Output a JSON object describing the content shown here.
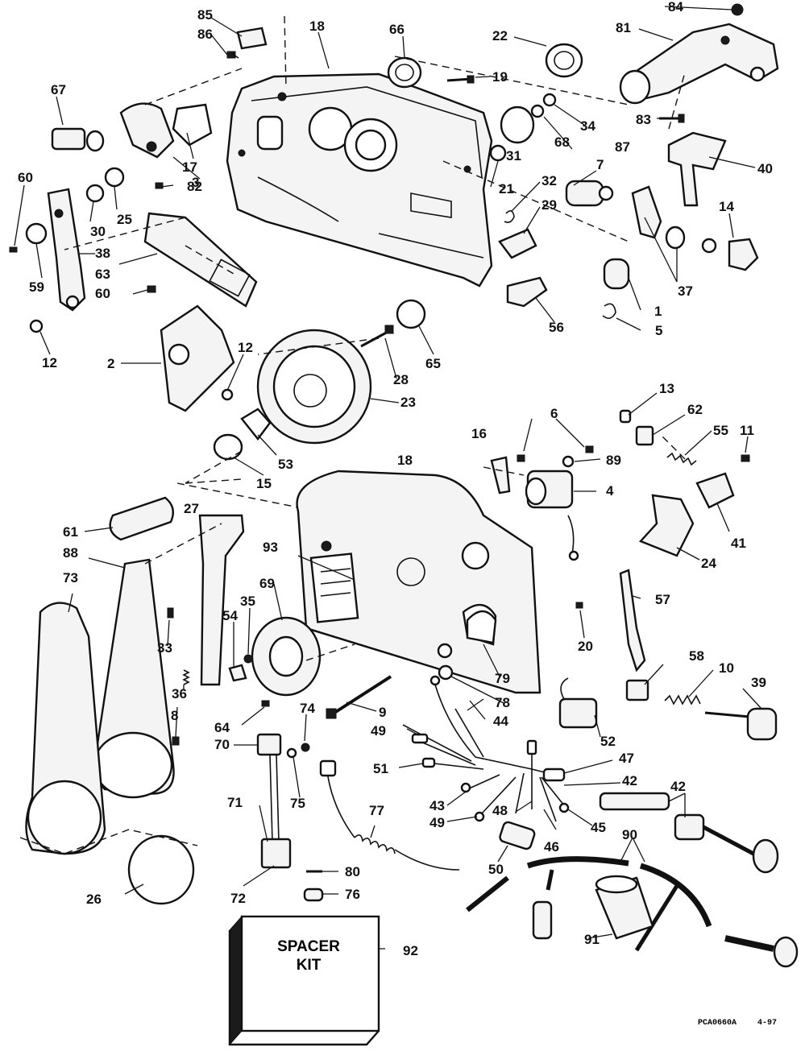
{
  "diagram": {
    "spacer_kit_label_line1": "SPACER",
    "spacer_kit_label_line2": "KIT",
    "drawing_code": "PCA0660A",
    "drawing_date": "4-97"
  },
  "callouts": [
    {
      "id": "85",
      "label": "85"
    },
    {
      "id": "86",
      "label": "86"
    },
    {
      "id": "18a",
      "label": "18"
    },
    {
      "id": "66",
      "label": "66"
    },
    {
      "id": "22",
      "label": "22"
    },
    {
      "id": "84",
      "label": "84"
    },
    {
      "id": "81",
      "label": "81"
    },
    {
      "id": "67",
      "label": "67"
    },
    {
      "id": "19",
      "label": "19"
    },
    {
      "id": "34",
      "label": "34"
    },
    {
      "id": "83",
      "label": "83"
    },
    {
      "id": "68",
      "label": "68"
    },
    {
      "id": "17",
      "label": "17"
    },
    {
      "id": "3",
      "label": "3"
    },
    {
      "id": "31",
      "label": "31"
    },
    {
      "id": "87",
      "label": "87"
    },
    {
      "id": "40",
      "label": "40"
    },
    {
      "id": "60a",
      "label": "60"
    },
    {
      "id": "82",
      "label": "82"
    },
    {
      "id": "21",
      "label": "21"
    },
    {
      "id": "7",
      "label": "7"
    },
    {
      "id": "30",
      "label": "30"
    },
    {
      "id": "25",
      "label": "25"
    },
    {
      "id": "32",
      "label": "32"
    },
    {
      "id": "29",
      "label": "29"
    },
    {
      "id": "14",
      "label": "14"
    },
    {
      "id": "38",
      "label": "38"
    },
    {
      "id": "63",
      "label": "63"
    },
    {
      "id": "59",
      "label": "59"
    },
    {
      "id": "60b",
      "label": "60"
    },
    {
      "id": "37",
      "label": "37"
    },
    {
      "id": "1",
      "label": "1"
    },
    {
      "id": "56",
      "label": "56"
    },
    {
      "id": "5",
      "label": "5"
    },
    {
      "id": "12a",
      "label": "12"
    },
    {
      "id": "12b",
      "label": "12"
    },
    {
      "id": "2",
      "label": "2"
    },
    {
      "id": "28",
      "label": "28"
    },
    {
      "id": "65",
      "label": "65"
    },
    {
      "id": "23",
      "label": "23"
    },
    {
      "id": "13",
      "label": "13"
    },
    {
      "id": "62",
      "label": "62"
    },
    {
      "id": "6",
      "label": "6"
    },
    {
      "id": "16",
      "label": "16"
    },
    {
      "id": "55",
      "label": "55"
    },
    {
      "id": "11",
      "label": "11"
    },
    {
      "id": "53",
      "label": "53"
    },
    {
      "id": "15",
      "label": "15"
    },
    {
      "id": "18b",
      "label": "18"
    },
    {
      "id": "89",
      "label": "89"
    },
    {
      "id": "4",
      "label": "4"
    },
    {
      "id": "41",
      "label": "41"
    },
    {
      "id": "27",
      "label": "27"
    },
    {
      "id": "61",
      "label": "61"
    },
    {
      "id": "24",
      "label": "24"
    },
    {
      "id": "88",
      "label": "88"
    },
    {
      "id": "93",
      "label": "93"
    },
    {
      "id": "73",
      "label": "73"
    },
    {
      "id": "69",
      "label": "69"
    },
    {
      "id": "57",
      "label": "57"
    },
    {
      "id": "35",
      "label": "35"
    },
    {
      "id": "54",
      "label": "54"
    },
    {
      "id": "20",
      "label": "20"
    },
    {
      "id": "33",
      "label": "33"
    },
    {
      "id": "79",
      "label": "79"
    },
    {
      "id": "36",
      "label": "36"
    },
    {
      "id": "58",
      "label": "58"
    },
    {
      "id": "10",
      "label": "10"
    },
    {
      "id": "39",
      "label": "39"
    },
    {
      "id": "78",
      "label": "78"
    },
    {
      "id": "8",
      "label": "8"
    },
    {
      "id": "9",
      "label": "9"
    },
    {
      "id": "44",
      "label": "44"
    },
    {
      "id": "74",
      "label": "74"
    },
    {
      "id": "64",
      "label": "64"
    },
    {
      "id": "49a",
      "label": "49"
    },
    {
      "id": "70",
      "label": "70"
    },
    {
      "id": "52",
      "label": "52"
    },
    {
      "id": "47",
      "label": "47"
    },
    {
      "id": "51",
      "label": "51"
    },
    {
      "id": "42a",
      "label": "42"
    },
    {
      "id": "42b",
      "label": "42"
    },
    {
      "id": "75",
      "label": "75"
    },
    {
      "id": "77",
      "label": "77"
    },
    {
      "id": "71",
      "label": "71"
    },
    {
      "id": "43",
      "label": "43"
    },
    {
      "id": "48",
      "label": "48"
    },
    {
      "id": "45",
      "label": "45"
    },
    {
      "id": "49b",
      "label": "49"
    },
    {
      "id": "46",
      "label": "46"
    },
    {
      "id": "90",
      "label": "90"
    },
    {
      "id": "50",
      "label": "50"
    },
    {
      "id": "80",
      "label": "80"
    },
    {
      "id": "72",
      "label": "72"
    },
    {
      "id": "26",
      "label": "26"
    },
    {
      "id": "76",
      "label": "76"
    },
    {
      "id": "91",
      "label": "91"
    },
    {
      "id": "92",
      "label": "92"
    }
  ]
}
